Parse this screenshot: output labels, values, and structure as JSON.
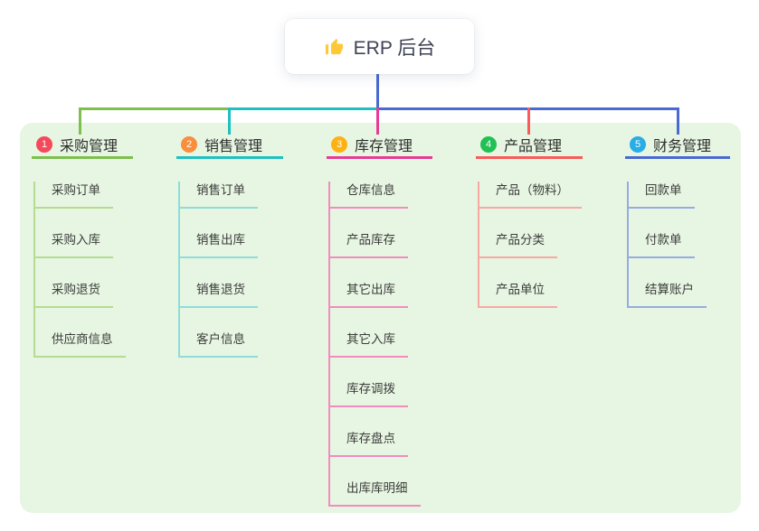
{
  "root": {
    "title": "ERP 后台",
    "icon": "thumbs-up",
    "icon_color": "#ffc837"
  },
  "panel": {
    "background": "#e7f6e2"
  },
  "connector": {
    "root_line_color": "#4a69d2"
  },
  "branches": [
    {
      "index": "1",
      "title": "采购管理",
      "badge_color": "#f5495b",
      "line_color": "#7ebf4e",
      "child_line_color": "#b5dc92",
      "children": [
        "采购订单",
        "采购入库",
        "采购退货",
        "供应商信息"
      ]
    },
    {
      "index": "2",
      "title": "销售管理",
      "badge_color": "#f98e3d",
      "line_color": "#1fc0c0",
      "child_line_color": "#8fdcda",
      "children": [
        "销售订单",
        "销售出库",
        "销售退货",
        "客户信息"
      ]
    },
    {
      "index": "3",
      "title": "库存管理",
      "badge_color": "#ffb013",
      "line_color": "#e73c96",
      "child_line_color": "#f18cbf",
      "children": [
        "仓库信息",
        "产品库存",
        "其它出库",
        "其它入库",
        "库存调拨",
        "库存盘点",
        "出库库明细"
      ]
    },
    {
      "index": "4",
      "title": "产品管理",
      "badge_color": "#22bf55",
      "line_color": "#fa5a5a",
      "child_line_color": "#f9a8a4",
      "children": [
        "产品（物料）",
        "产品分类",
        "产品单位"
      ]
    },
    {
      "index": "5",
      "title": "财务管理",
      "badge_color": "#29ade6",
      "line_color": "#4a69d2",
      "child_line_color": "#97abe2",
      "children": [
        "回款单",
        "付款单",
        "结算账户"
      ]
    }
  ]
}
